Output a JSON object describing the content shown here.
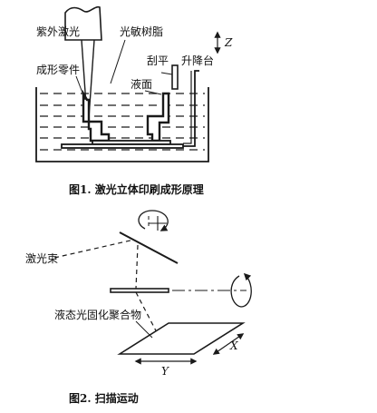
{
  "figure1": {
    "labels": {
      "uv_laser": "紫外激光",
      "photosensitive_resin": "光敏树脂",
      "formed_part": "成形零件",
      "scraper": "刮平",
      "elevator": "升降台",
      "liquid_surface": "液面",
      "z_axis": "Z"
    },
    "caption": "图1. 激光立体印刷成形原理"
  },
  "figure2": {
    "labels": {
      "laser_beam": "激光束",
      "polymer": "液态光固化聚合物",
      "x_axis": "X",
      "y_axis": "Y"
    },
    "caption": "图2. 扫描运动"
  },
  "colors": {
    "ink": "#1a1a1a",
    "background": "#ffffff"
  }
}
